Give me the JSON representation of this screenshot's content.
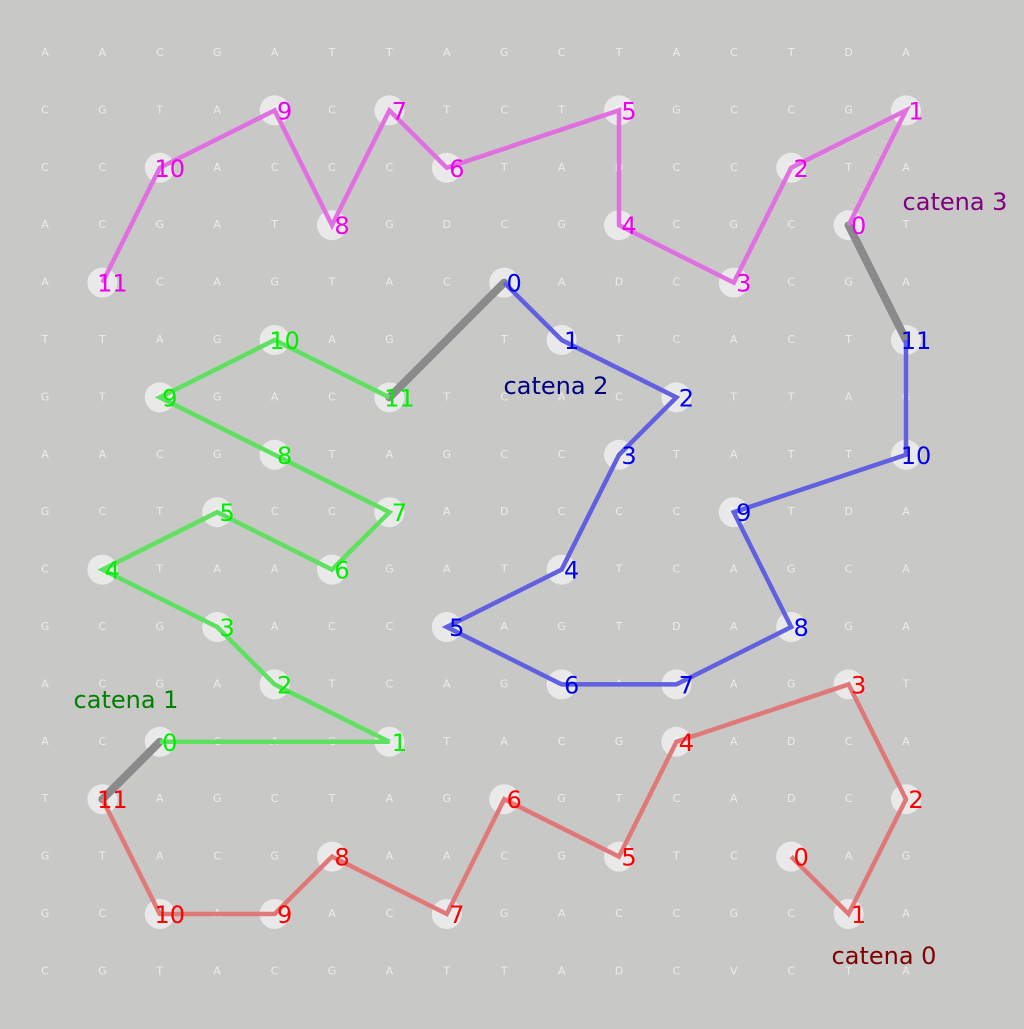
{
  "grid": {
    "rows": [
      "AACGATTAGCTACTDA",
      "CGTACCATCTDGCCGA",
      "CCTACCCGTADCCTTA",
      "ACGATAGDCGACGCGT",
      "ACCAGTACTADCACGA",
      "TTAGTAGCTGTCACTA",
      "GTCGACATCACATTAG",
      "AACGTTAGCCCTATTC",
      "GCTCCCTADCCCGTDA",
      "CCTAAAGATTTCAGCA",
      "GCGCACCTAGTDAAGA",
      "ACGATTCAGCACAGGT",
      "ACGCACGTACGCADCA",
      "TCAGCTAGGGTCADCA",
      "GTACGCAACGTTCTAG",
      "GCTAGACGGACCGCDA",
      "CGTACGATTADCVCTA"
    ]
  },
  "colors": {
    "background": "#c8c8c7",
    "grid_letter": "#ecece9",
    "node_halo": "#f4f4f4",
    "connector": "#8a8a8a"
  },
  "chains": [
    {
      "id": "chain-0",
      "label": "catena 0",
      "label_color": "#800000",
      "line_color": "#e07878",
      "node_color": "#ff0000",
      "nodes": [
        {
          "label": "0",
          "col": 13,
          "row": 14
        },
        {
          "label": "1",
          "col": 14,
          "row": 15
        },
        {
          "label": "2",
          "col": 15,
          "row": 13
        },
        {
          "label": "3",
          "col": 14,
          "row": 11
        },
        {
          "label": "4",
          "col": 11,
          "row": 12
        },
        {
          "label": "5",
          "col": 10,
          "row": 14
        },
        {
          "label": "6",
          "col": 8,
          "row": 13
        },
        {
          "label": "7",
          "col": 7,
          "row": 15
        },
        {
          "label": "8",
          "col": 5,
          "row": 14
        },
        {
          "label": "9",
          "col": 4,
          "row": 15
        },
        {
          "label": "10",
          "col": 2,
          "row": 15
        },
        {
          "label": "11",
          "col": 1,
          "row": 13
        }
      ]
    },
    {
      "id": "chain-1",
      "label": "catena 1",
      "label_color": "#008000",
      "line_color": "#60e060",
      "node_color": "#00ee00",
      "nodes": [
        {
          "label": "0",
          "col": 2,
          "row": 12
        },
        {
          "label": "1",
          "col": 6,
          "row": 12
        },
        {
          "label": "2",
          "col": 4,
          "row": 11
        },
        {
          "label": "3",
          "col": 3,
          "row": 10
        },
        {
          "label": "4",
          "col": 1,
          "row": 9
        },
        {
          "label": "5",
          "col": 3,
          "row": 8
        },
        {
          "label": "6",
          "col": 5,
          "row": 9
        },
        {
          "label": "7",
          "col": 6,
          "row": 8
        },
        {
          "label": "8",
          "col": 4,
          "row": 7
        },
        {
          "label": "9",
          "col": 2,
          "row": 6
        },
        {
          "label": "10",
          "col": 4,
          "row": 5
        },
        {
          "label": "11",
          "col": 6,
          "row": 6
        }
      ]
    },
    {
      "id": "chain-2",
      "label": "catena 2",
      "label_color": "#000080",
      "line_color": "#6060e0",
      "node_color": "#0000ee",
      "nodes": [
        {
          "label": "0",
          "col": 8,
          "row": 4
        },
        {
          "label": "1",
          "col": 9,
          "row": 5
        },
        {
          "label": "2",
          "col": 11,
          "row": 6
        },
        {
          "label": "3",
          "col": 10,
          "row": 7
        },
        {
          "label": "4",
          "col": 9,
          "row": 9
        },
        {
          "label": "5",
          "col": 7,
          "row": 10
        },
        {
          "label": "6",
          "col": 9,
          "row": 11
        },
        {
          "label": "7",
          "col": 11,
          "row": 11
        },
        {
          "label": "8",
          "col": 13,
          "row": 10
        },
        {
          "label": "9",
          "col": 12,
          "row": 8
        },
        {
          "label": "10",
          "col": 15,
          "row": 7
        },
        {
          "label": "11",
          "col": 15,
          "row": 5
        }
      ]
    },
    {
      "id": "chain-3",
      "label": "catena 3",
      "label_color": "#800080",
      "line_color": "#e070e0",
      "node_color": "#ee00ee",
      "nodes": [
        {
          "label": "0",
          "col": 14,
          "row": 3
        },
        {
          "label": "1",
          "col": 15,
          "row": 1
        },
        {
          "label": "2",
          "col": 13,
          "row": 2
        },
        {
          "label": "3",
          "col": 12,
          "row": 4
        },
        {
          "label": "4",
          "col": 10,
          "row": 3
        },
        {
          "label": "5",
          "col": 10,
          "row": 1
        },
        {
          "label": "6",
          "col": 7,
          "row": 2
        },
        {
          "label": "7",
          "col": 6,
          "row": 1
        },
        {
          "label": "8",
          "col": 5,
          "row": 3
        },
        {
          "label": "9",
          "col": 4,
          "row": 1
        },
        {
          "label": "10",
          "col": 2,
          "row": 2
        },
        {
          "label": "11",
          "col": 1,
          "row": 4
        }
      ]
    }
  ],
  "connectors": [
    {
      "from": [
        0,
        11
      ],
      "to": [
        1,
        0
      ]
    },
    {
      "from": [
        1,
        11
      ],
      "to": [
        2,
        0
      ]
    },
    {
      "from": [
        2,
        11
      ],
      "to": [
        3,
        0
      ]
    }
  ]
}
